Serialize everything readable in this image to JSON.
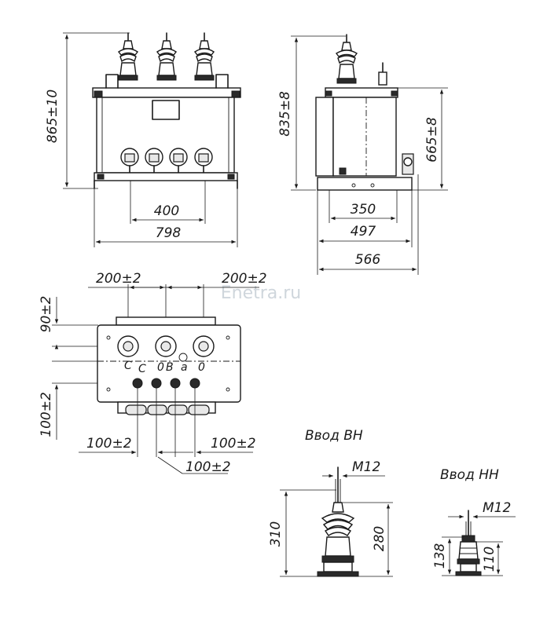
{
  "front_view": {
    "height": "865±10",
    "width_inner": "400",
    "width_total": "798"
  },
  "side_view": {
    "height_total": "835±8",
    "height_tank": "665±8",
    "width_a": "350",
    "width_b": "497",
    "width_c": "566"
  },
  "top_view": {
    "left_spacing": "200±2",
    "right_spacing": "200±2",
    "upper_offset": "90±2",
    "lower_offset": "100±2",
    "bottom_left": "100±2",
    "bottom_right": "100±2",
    "bottom_middle": "100±2",
    "terminal_labels": [
      "C",
      "C",
      "0",
      "B",
      "a",
      "0"
    ]
  },
  "hv_bushing": {
    "title": "Ввод ВН",
    "thread": "M12",
    "height_total": "310",
    "height_body": "280"
  },
  "lv_bushing": {
    "title": "Ввод НН",
    "thread": "M12",
    "height_total": "138",
    "height_body": "110"
  },
  "watermark": "Enetra.ru"
}
